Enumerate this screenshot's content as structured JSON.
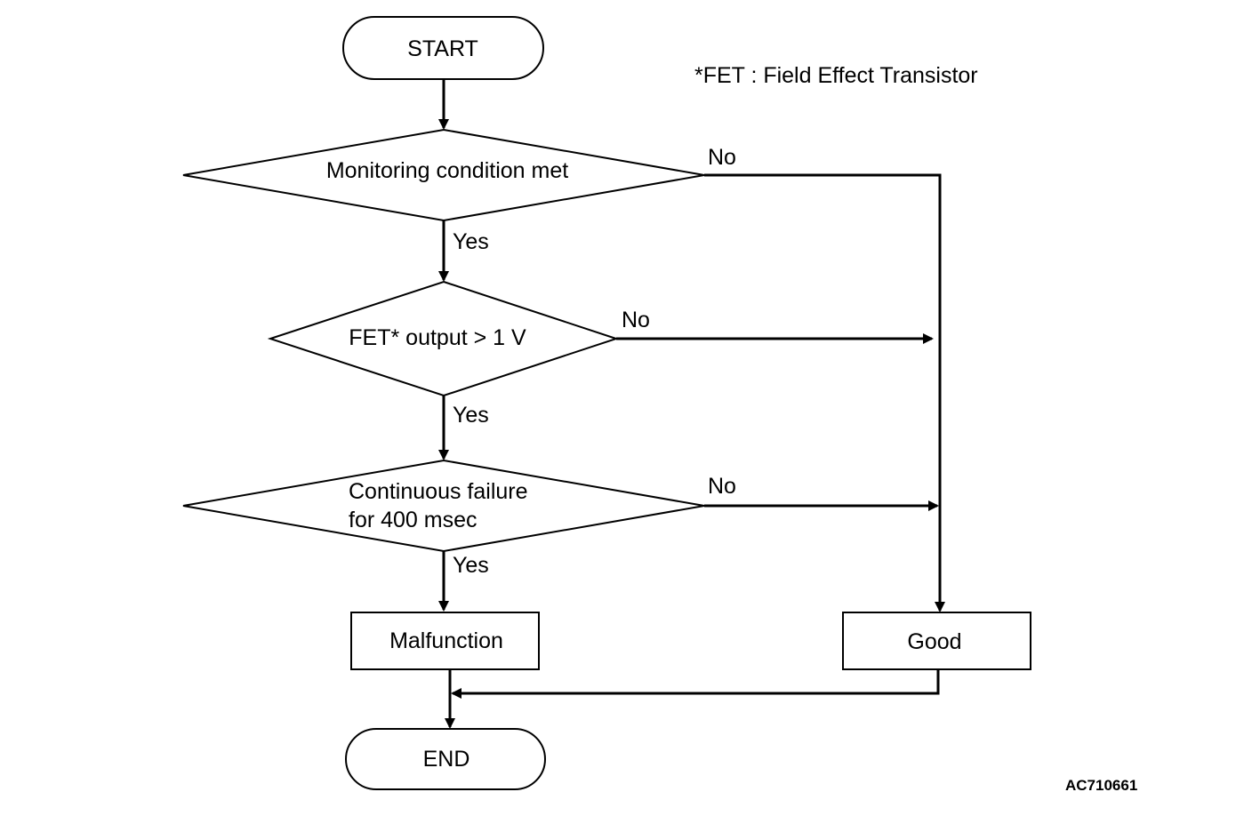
{
  "note": "*FET : Field Effect Transistor",
  "nodes": {
    "start": "START",
    "decision_monitoring": "Monitoring condition met",
    "decision_fet": "FET* output > 1 V",
    "decision_continuous_line1": "Continuous failure",
    "decision_continuous_line2": "for 400 msec",
    "malfunction": "Malfunction",
    "good": "Good",
    "end": "END"
  },
  "edge_labels": {
    "yes": "Yes",
    "no": "No"
  },
  "figure_code": "AC710661",
  "colors": {
    "line": "#000000",
    "background": "#ffffff"
  }
}
